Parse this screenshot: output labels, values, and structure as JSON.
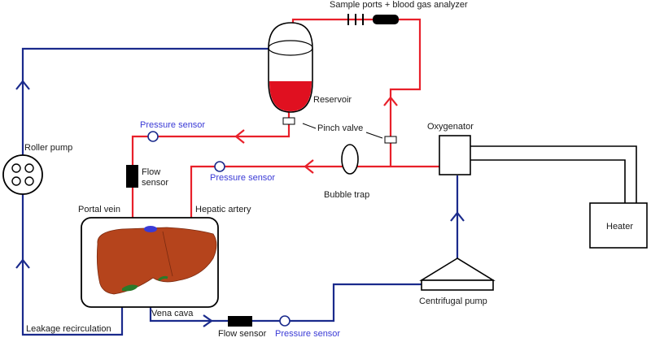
{
  "labels": {
    "sample_ports": "Sample ports + blood gas analyzer",
    "reservoir": "Reservoir",
    "pinch_valve": "Pinch valve",
    "oxygenator": "Oxygenator",
    "pressure_sensor_top": "Pressure sensor",
    "pressure_sensor_mid": "Pressure sensor",
    "pressure_sensor_bottom": "Pressure sensor",
    "flow_sensor_top": "Flow\nsensor",
    "flow_sensor_bottom": "Flow sensor",
    "bubble_trap": "Bubble trap",
    "roller_pump": "Roller pump",
    "portal_vein": "Portal vein",
    "hepatic_artery": "Hepatic artery",
    "heater": "Heater",
    "centrifugal_pump": "Centrifugal pump",
    "vena_cava": "Vena cava",
    "leakage_recirculation": "Leakage recirculation"
  },
  "colors": {
    "red_line": "#e8202a",
    "blue_line": "#1a2a8c",
    "sensor_blue_text": "#3a3ad6",
    "liver": "#b5441c",
    "liver_dark": "#7a2a10",
    "blood": "#e01020",
    "black": "#000000"
  }
}
